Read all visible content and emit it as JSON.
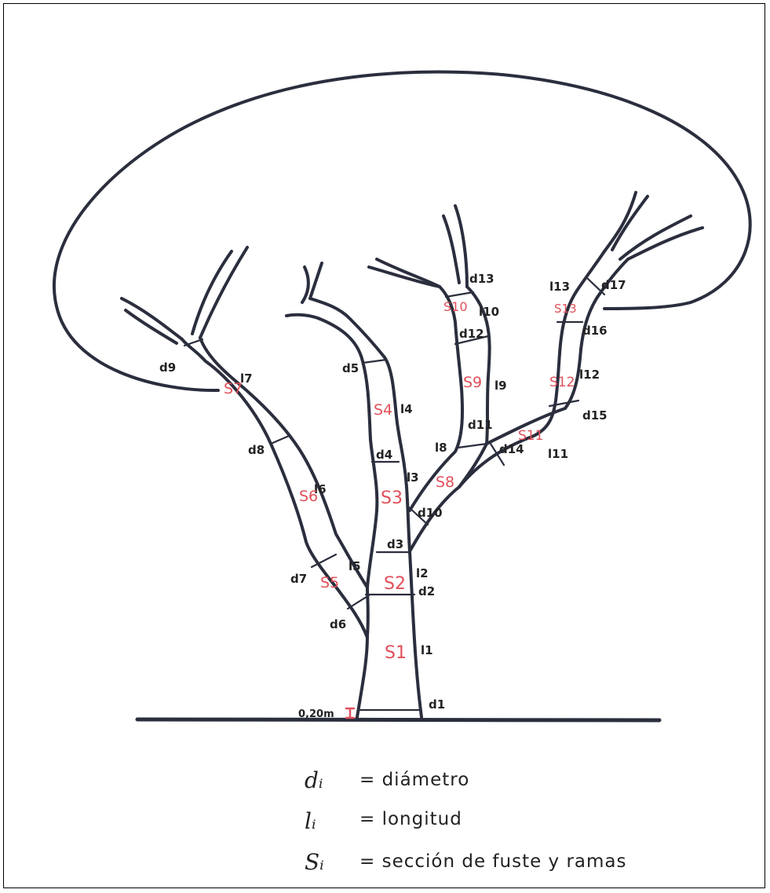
{
  "labels": {
    "d1": "d1",
    "d2": "d2",
    "d3": "d3",
    "d4": "d4",
    "d5": "d5",
    "d6": "d6",
    "d7": "d7",
    "d8": "d8",
    "d9": "d9",
    "d10": "d10",
    "d11": "d11",
    "d12": "d12",
    "d13": "d13",
    "d14": "d14",
    "d15": "d15",
    "d16": "d16",
    "d17": "d17",
    "l1": "l1",
    "l2": "l2",
    "l3": "l3",
    "l4": "l4",
    "l5": "l5",
    "l6": "l6",
    "l7": "l7",
    "l8": "l8",
    "l9": "l9",
    "l10": "l10",
    "l11": "l11",
    "l12": "l12",
    "l13": "l13",
    "height": "0,20m"
  },
  "sections": {
    "S1": "S1",
    "S2": "S2",
    "S3": "S3",
    "S4": "S4",
    "S5": "S5",
    "S6": "S6",
    "S7": "S7",
    "S8": "S8",
    "S9": "S9",
    "S10": "S10",
    "S11": "S11",
    "S12": "S12",
    "S13": "S13"
  },
  "legend": {
    "d_key": "dᵢ",
    "d_eq": "= diámetro",
    "l_key": "lᵢ",
    "l_eq": "= longitud",
    "s_key": "Sᵢ",
    "s_eq": "= sección de fuste y ramas"
  },
  "colors": {
    "ink": "#2b2e3d",
    "section_label": "#e0505a"
  }
}
